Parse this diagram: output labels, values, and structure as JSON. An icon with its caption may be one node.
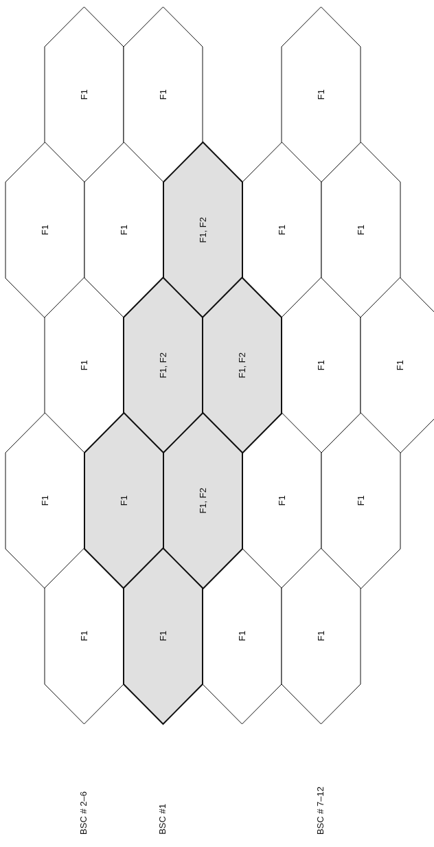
{
  "diagram": {
    "nodes": [
      {
        "text": [
          "F1"
        ]
      },
      {
        "text": [
          "F1"
        ]
      },
      {
        "text": [
          "F1"
        ]
      },
      {
        "text": [
          "F1"
        ]
      },
      {
        "text": [
          "F1"
        ]
      },
      {
        "text": [
          "F1, F2"
        ]
      },
      {
        "text": [
          "F1"
        ]
      },
      {
        "text": [
          "F1"
        ]
      },
      {
        "text": [
          "F1"
        ]
      },
      {
        "text": [
          "F1, F2"
        ]
      },
      {
        "text": [
          "F1, F2"
        ]
      },
      {
        "text": [
          "F1"
        ]
      },
      {
        "text": [
          "F1"
        ]
      },
      {
        "text": [
          "F1"
        ]
      },
      {
        "text": [
          "F1"
        ]
      },
      {
        "text": [
          "F1, F2"
        ]
      },
      {
        "text": [
          "F1"
        ]
      },
      {
        "text": [
          "F1"
        ]
      },
      {
        "text": [
          "F1"
        ]
      },
      {
        "text": [
          "F1"
        ]
      },
      {
        "text": [
          "F1"
        ]
      },
      {
        "text": [
          "F1"
        ]
      }
    ],
    "labels": [
      "BSC # 2–6",
      "BSC #1",
      "BSC # 7–12"
    ]
  }
}
